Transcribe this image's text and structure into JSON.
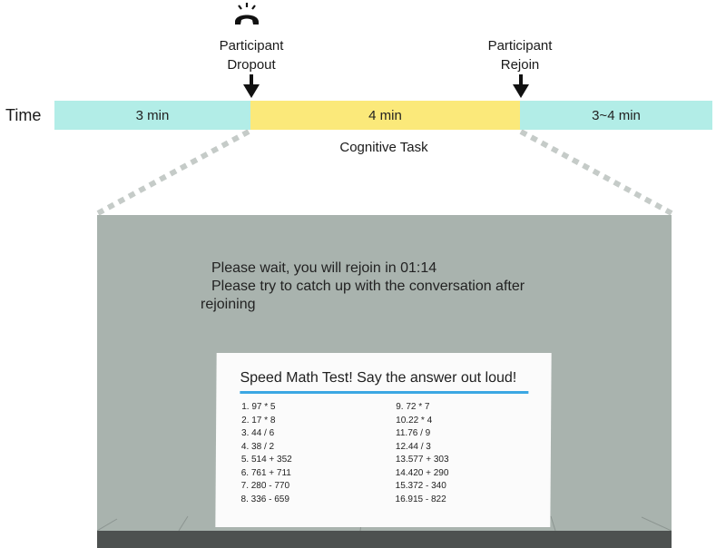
{
  "timeline": {
    "axis_label": "Time",
    "segments": [
      {
        "label": "3 min",
        "color": "#b2ede7"
      },
      {
        "label": "4 min",
        "color": "#fbe97a"
      },
      {
        "label": "3~4 min",
        "color": "#b2ede7"
      }
    ],
    "events": {
      "dropout": [
        "Participant",
        "Dropout"
      ],
      "rejoin": [
        "Participant",
        "Rejoin"
      ]
    },
    "task_label": "Cognitive Task"
  },
  "icons": {
    "phone": "phone-ringing-icon",
    "arrow": "arrow-down-icon"
  },
  "scene": {
    "wait_lines": [
      "Please wait, you will rejoin in 01:14",
      "Please try to catch up with the conversation after",
      "rejoining"
    ],
    "board": {
      "title": "Speed Math Test! Say the answer out loud!",
      "accent_color": "#3ba7e3",
      "questions_left": [
        "1.  97 * 5",
        "2.  17 * 8",
        "3.  44 / 6",
        "4.  38 / 2",
        "5.  514 + 352",
        "6.  761 + 711",
        "7.  280 - 770",
        "8.  336 - 659"
      ],
      "questions_right": [
        "9.  72 * 7",
        "10.22 * 4",
        "11.76 / 9",
        "12.44 / 3",
        "13.577 + 303",
        "14.420 + 290",
        "15.372 - 340",
        "16.915 - 822"
      ]
    }
  }
}
